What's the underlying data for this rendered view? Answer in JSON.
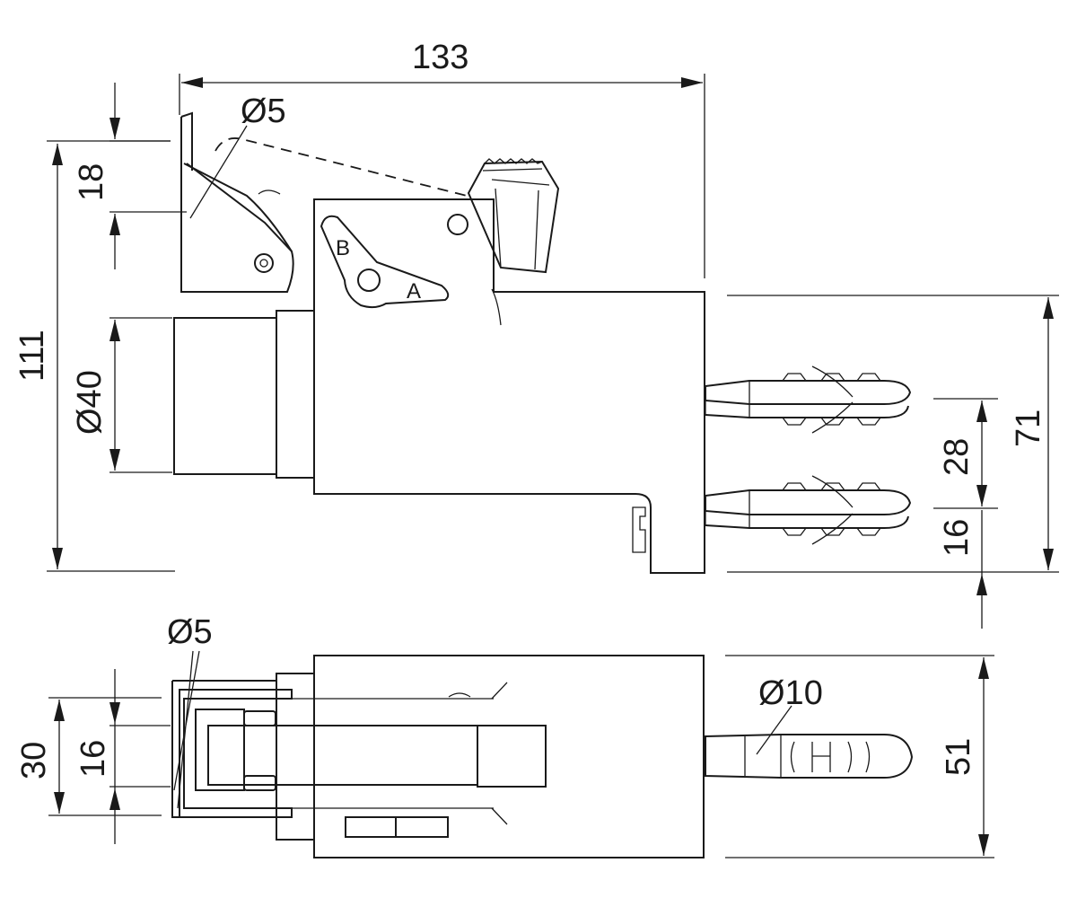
{
  "dimensions": {
    "overall_width": "133",
    "overall_height": "111",
    "lever_height": "18",
    "pivot_dia_side": "Ø5",
    "buffer_dia": "Ø40",
    "anchor_span": "71",
    "anchor_spacing": "28",
    "anchor_offset": "16",
    "pivot_dia_top": "Ø5",
    "base_width": "30",
    "arm_width": "16",
    "anchor_dia": "Ø10",
    "body_depth": "51"
  },
  "labels": {
    "position_a": "A",
    "position_b": "B"
  }
}
